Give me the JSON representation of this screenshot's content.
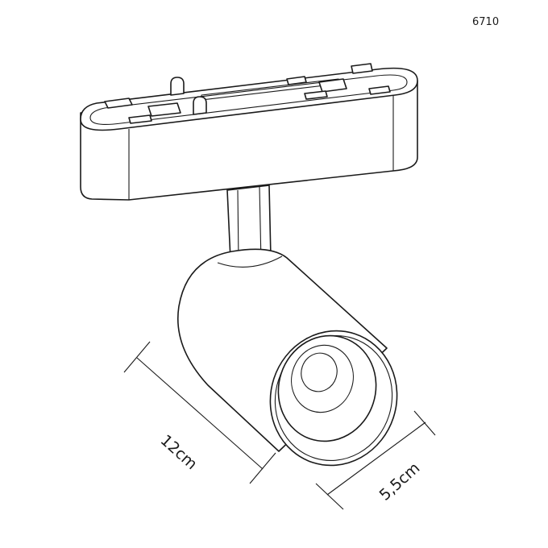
{
  "model_code": "6710",
  "dimensions": {
    "length_label": "12cm",
    "diameter_label": "5,5cm"
  },
  "colors": {
    "line": "#1a1a1a",
    "background": "#ffffff"
  }
}
